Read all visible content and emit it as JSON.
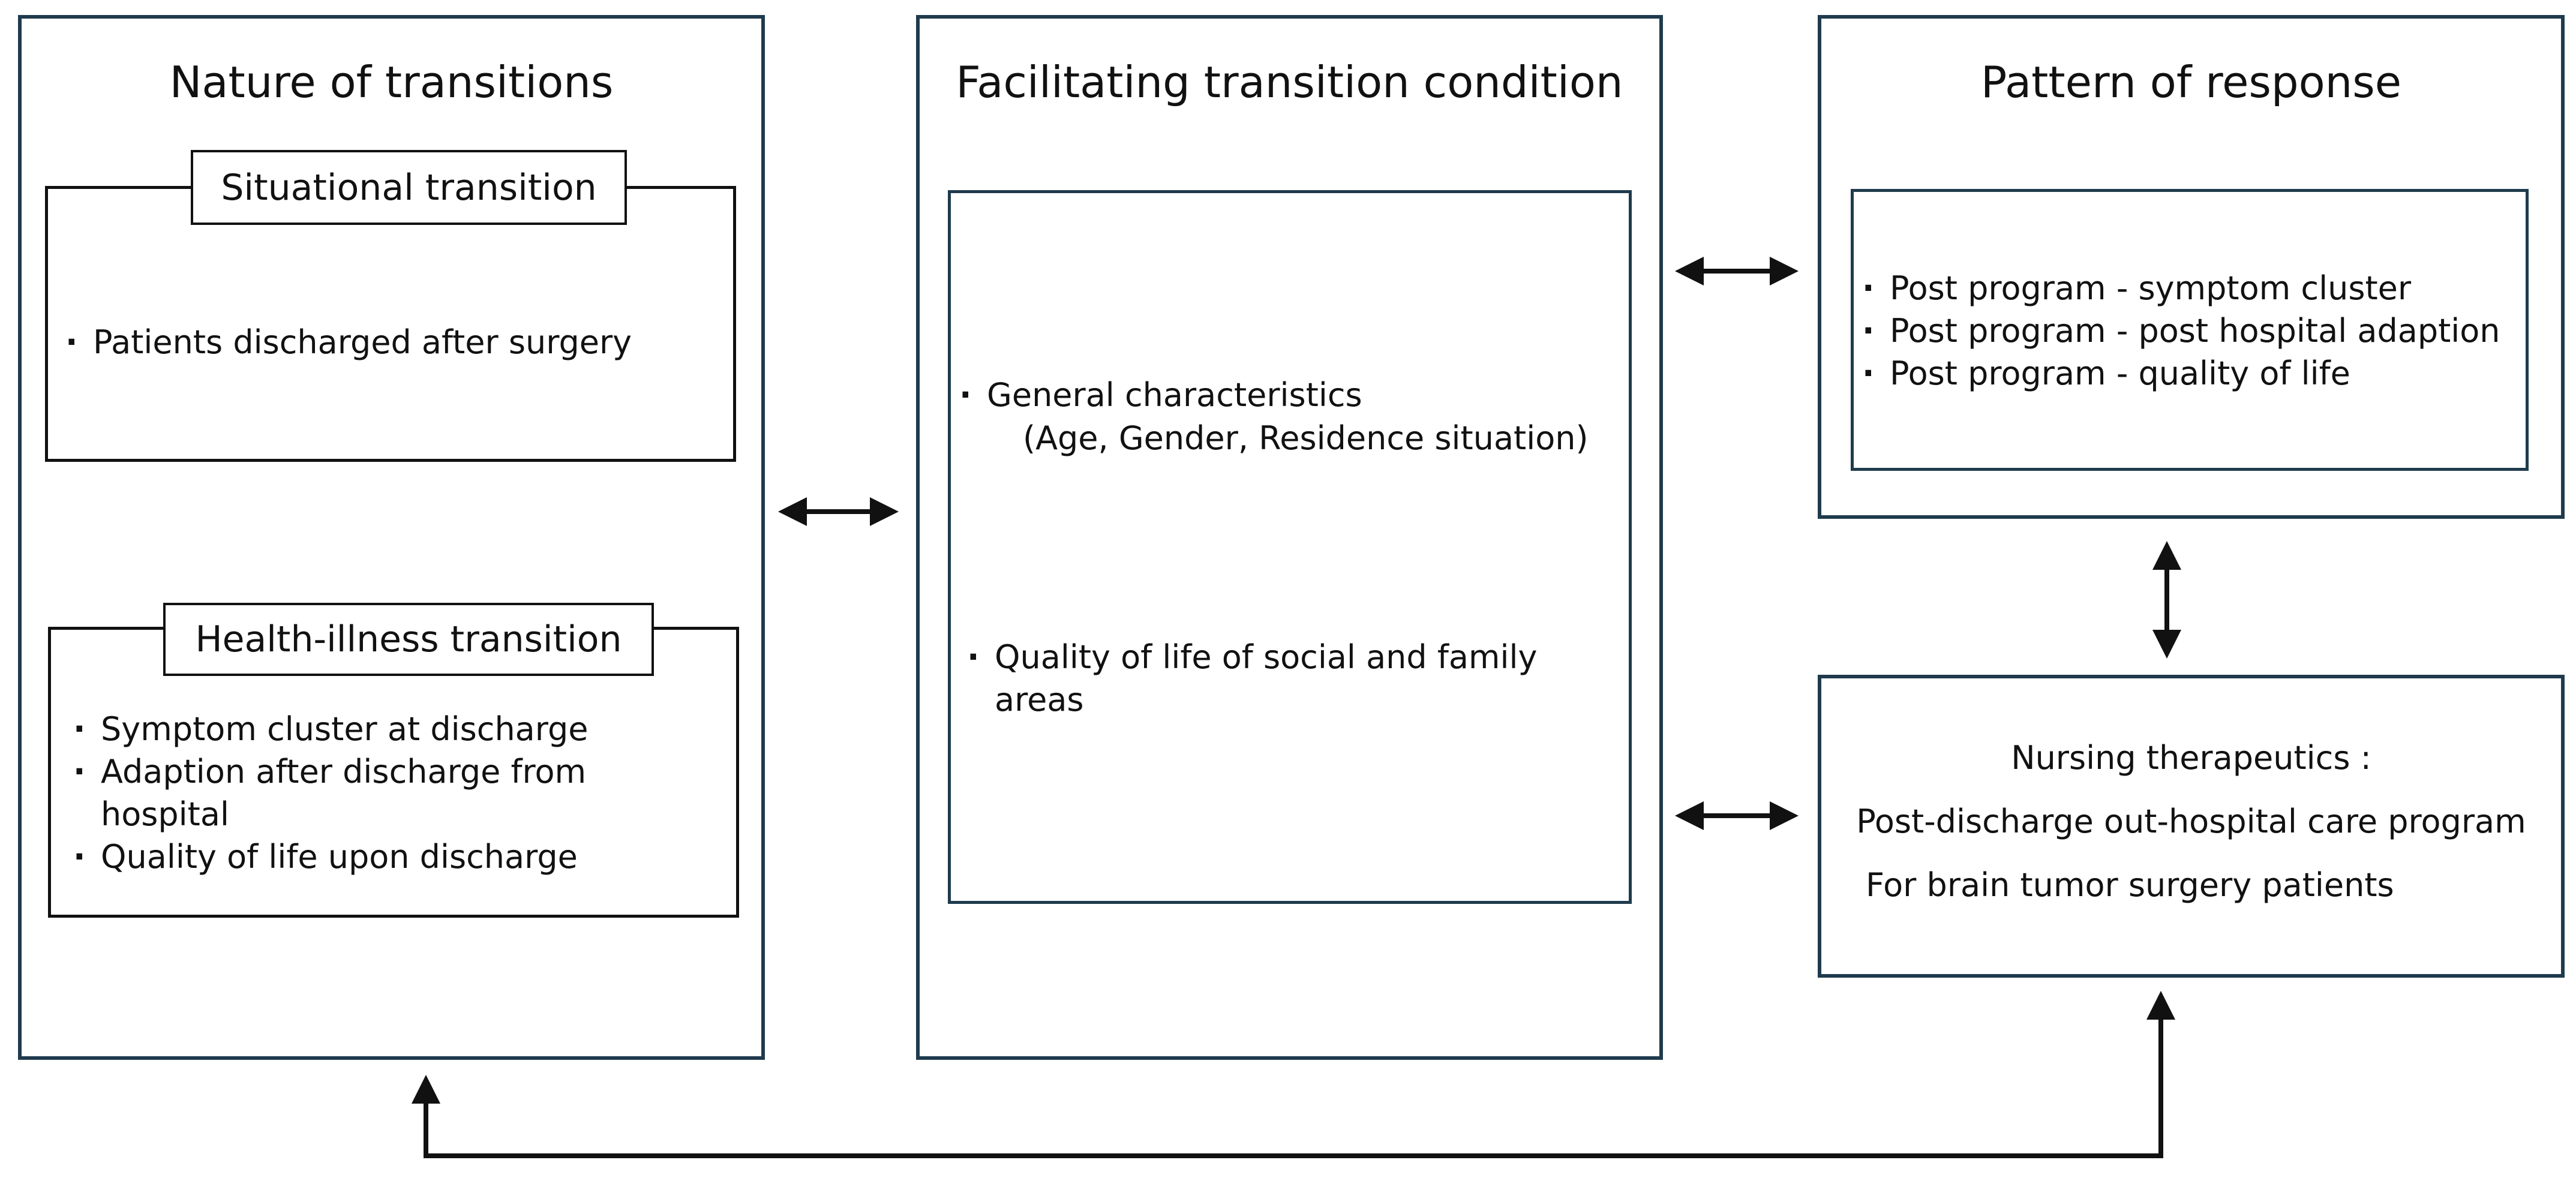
{
  "nature": {
    "title": "Nature of transitions",
    "situational": {
      "label": "Situational transition",
      "items": [
        "Patients discharged after surgery"
      ]
    },
    "health_illness": {
      "label": "Health-illness transition",
      "items": [
        "Symptom cluster at discharge",
        "Adaption after discharge from",
        "hospital",
        "Quality of life upon discharge"
      ]
    }
  },
  "facilitating": {
    "title": "Facilitating transition condition",
    "items": [
      "General characteristics",
      "(Age, Gender, Residence situation)",
      "Quality of life of social and family",
      "areas"
    ]
  },
  "response": {
    "title": "Pattern of response",
    "items": [
      "Post program - symptom cluster",
      "Post program - post hospital adaption",
      "Post program - quality of life"
    ]
  },
  "therapeutics": {
    "lines": [
      "Nursing therapeutics :",
      "Post-discharge out-hospital care program",
      "For brain tumor surgery patients"
    ]
  },
  "colors": {
    "box_border": "#1f3b4d",
    "line": "#111111"
  }
}
